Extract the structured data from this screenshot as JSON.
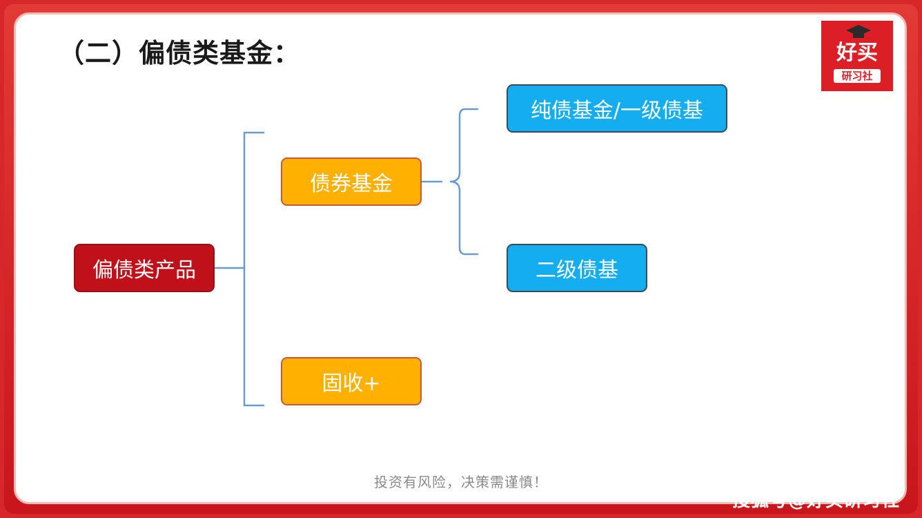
{
  "title": "（二）偏债类基金：",
  "logo": {
    "line1": "好买",
    "line2": "研习社"
  },
  "diagram": {
    "root": "偏债类产品",
    "level1": [
      "债券基金",
      "固收+"
    ],
    "level2": [
      "纯债基金/一级债基",
      "二级债基"
    ]
  },
  "footer": "投资有风险，决策需谨慎！",
  "watermark": "搜狐号@好买研习社",
  "colors": {
    "root": "#c0101a",
    "mid": "#ffb000",
    "leaf": "#14aef0",
    "connector": "#6a9ad4",
    "frame": "#d8272b"
  }
}
